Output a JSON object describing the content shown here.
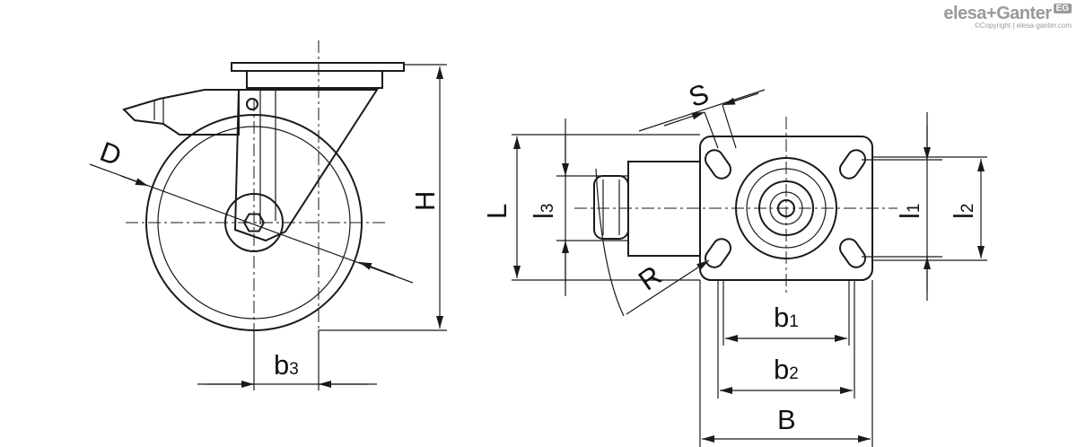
{
  "logo": {
    "brand": "elesa+Ganter",
    "badge": "EG",
    "copyright": "©Copyright | elesa-ganter.com"
  },
  "dimensions": {
    "D": "D",
    "H": "H",
    "b3_main": "b",
    "b3_sub": "3",
    "S": "S",
    "L": "L",
    "l3_main": "l",
    "l3_sub": "3",
    "R": "R",
    "l1_main": "l",
    "l1_sub": "1",
    "l2_main": "l",
    "l2_sub": "2",
    "b1_main": "b",
    "b1_sub": "1",
    "b2_main": "b",
    "b2_sub": "2",
    "B": "B"
  }
}
